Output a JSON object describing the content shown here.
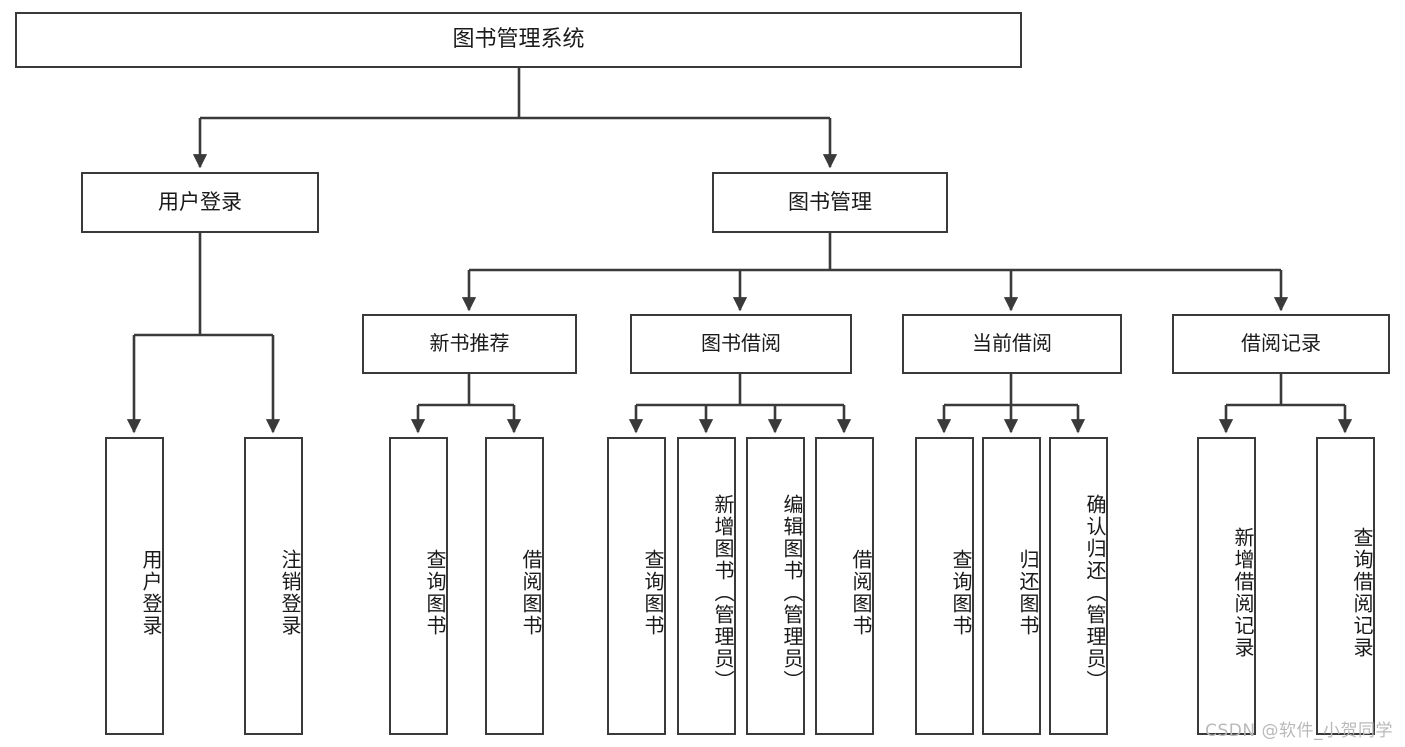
{
  "diagram": {
    "title": "图书管理系统",
    "type": "tree-hierarchy-diagram",
    "colors": {
      "background": "#ffffff",
      "box_border": "#3a3a3a",
      "box_fill": "#ffffff",
      "edge": "#3a3a3a",
      "text": "#1a1a1a",
      "watermark": "#b9b9b9"
    },
    "root": {
      "label": "图书管理系统"
    },
    "level2": [
      {
        "label": "用户登录"
      },
      {
        "label": "图书管理"
      }
    ],
    "level3": [
      {
        "label": "新书推荐"
      },
      {
        "label": "图书借阅"
      },
      {
        "label": "当前借阅"
      },
      {
        "label": "借阅记录"
      }
    ],
    "leaves": {
      "user_login": [
        {
          "label": "用户登录"
        },
        {
          "label": "注销登录"
        }
      ],
      "new_book_recommend": [
        {
          "label": "查询图书"
        },
        {
          "label": "借阅图书"
        }
      ],
      "book_borrow": [
        {
          "label": "查询图书"
        },
        {
          "label": "新增图书（管理员）"
        },
        {
          "label": "编辑图书（管理员）"
        },
        {
          "label": "借阅图书"
        }
      ],
      "current_borrow": [
        {
          "label": "查询图书"
        },
        {
          "label": "归还图书"
        },
        {
          "label": "确认归还（管理员）"
        }
      ],
      "borrow_record": [
        {
          "label": "新增借阅记录"
        },
        {
          "label": "查询借阅记录"
        }
      ]
    },
    "watermark": "CSDN @软件_小贺同学"
  }
}
